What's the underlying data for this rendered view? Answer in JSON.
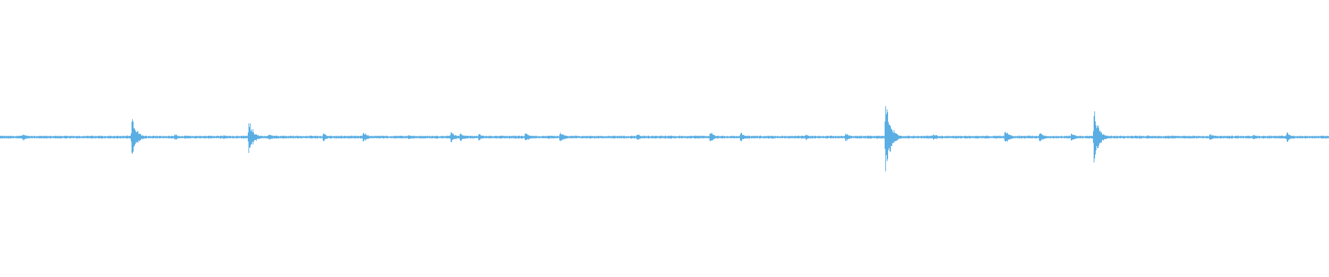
{
  "waveform": {
    "color": "#5aaee3",
    "background": "#ffffff",
    "baseline_amplitude": 0.012,
    "peaks": [
      {
        "t": 0.017,
        "a": 0.03
      },
      {
        "t": 0.099,
        "a": 0.17
      },
      {
        "t": 0.131,
        "a": 0.03
      },
      {
        "t": 0.168,
        "a": 0.02
      },
      {
        "t": 0.187,
        "a": 0.15
      },
      {
        "t": 0.202,
        "a": 0.03
      },
      {
        "t": 0.243,
        "a": 0.04
      },
      {
        "t": 0.273,
        "a": 0.05
      },
      {
        "t": 0.307,
        "a": 0.02
      },
      {
        "t": 0.339,
        "a": 0.05
      },
      {
        "t": 0.346,
        "a": 0.04
      },
      {
        "t": 0.36,
        "a": 0.03
      },
      {
        "t": 0.395,
        "a": 0.04
      },
      {
        "t": 0.421,
        "a": 0.05
      },
      {
        "t": 0.479,
        "a": 0.03
      },
      {
        "t": 0.503,
        "a": 0.02
      },
      {
        "t": 0.534,
        "a": 0.05
      },
      {
        "t": 0.557,
        "a": 0.04
      },
      {
        "t": 0.606,
        "a": 0.03
      },
      {
        "t": 0.636,
        "a": 0.04
      },
      {
        "t": 0.666,
        "a": 0.35
      },
      {
        "t": 0.702,
        "a": 0.03
      },
      {
        "t": 0.756,
        "a": 0.06
      },
      {
        "t": 0.782,
        "a": 0.05
      },
      {
        "t": 0.806,
        "a": 0.04
      },
      {
        "t": 0.823,
        "a": 0.23
      },
      {
        "t": 0.857,
        "a": 0.02
      },
      {
        "t": 0.91,
        "a": 0.03
      },
      {
        "t": 0.943,
        "a": 0.03
      },
      {
        "t": 0.968,
        "a": 0.05
      }
    ]
  }
}
